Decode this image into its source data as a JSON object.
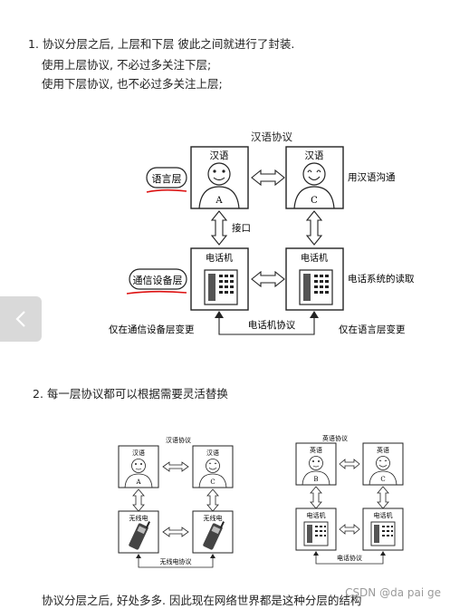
{
  "section1": {
    "heading": "1. 协议分层之后, 上层和下层 彼此之间就进行了封装.",
    "line1": "使用上层协议, 不必过多关注下层;",
    "line2": "使用下层协议, 也不必过多关注上层;"
  },
  "figure1": {
    "title": "汉语协议",
    "person_a_head": "汉语",
    "person_c_head": "汉语",
    "person_a_letter": "A",
    "person_c_letter": "C",
    "language_layer": "语言层",
    "right_top_note": "用汉语沟通",
    "interface": "接口",
    "phone_a_label": "电话机",
    "phone_c_label": "电话机",
    "comm_layer": "通信设备层",
    "right_mid_note": "电话系统的读取",
    "phone_protocol": "电话机协议",
    "left_bottom_note": "仅在通信设备层变更",
    "right_bottom_note": "仅在语言层变更"
  },
  "section2": {
    "heading": "2. 每一层协议都可以根据需要灵活替换"
  },
  "figure2": {
    "left": {
      "title": "汉语协议",
      "head_a": "汉语",
      "head_c": "汉语",
      "letter_a": "A",
      "letter_c": "C",
      "device_a": "无线电",
      "device_c": "无线电",
      "protocol": "无线电协议"
    },
    "right": {
      "title": "英语协议",
      "head_b": "英语",
      "head_c": "英语",
      "letter_b": "B",
      "letter_c": "C",
      "device_b": "电话机",
      "device_c": "电话机",
      "protocol": "电话协议"
    }
  },
  "footer": {
    "text": "协议分层之后, 好处多多. 因此现在网络世界都是这种分层的结构",
    "watermark": "CSDN @da pai ge"
  }
}
